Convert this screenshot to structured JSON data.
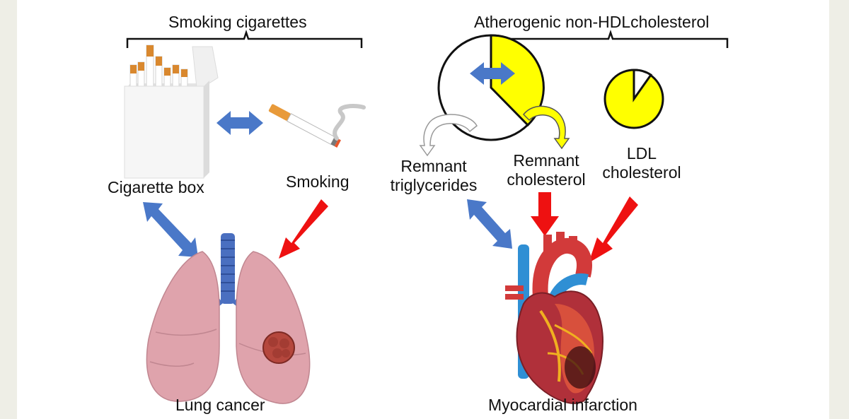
{
  "left_group": {
    "title": "Smoking cigarettes",
    "cigarette_box_label": "Cigarette box",
    "smoking_label": "Smoking",
    "outcome_label": "Lung cancer"
  },
  "right_group": {
    "title": "Atherogenic non-HDLcholesterol",
    "remnant_tg_line1": "Remnant",
    "remnant_tg_line2": "triglycerides",
    "remnant_chol_line1": "Remnant",
    "remnant_chol_line2": "cholesterol",
    "ldl_line1": "LDL",
    "ldl_line2": "cholesterol",
    "outcome_label": "Myocardial infarction"
  },
  "colors": {
    "association_arrow": "#4a78c8",
    "causal_arrow": "#ee1111",
    "cholesterol_fill": "#ffff00",
    "lung": "#dfa3ac",
    "tumor": "#b5473d"
  }
}
